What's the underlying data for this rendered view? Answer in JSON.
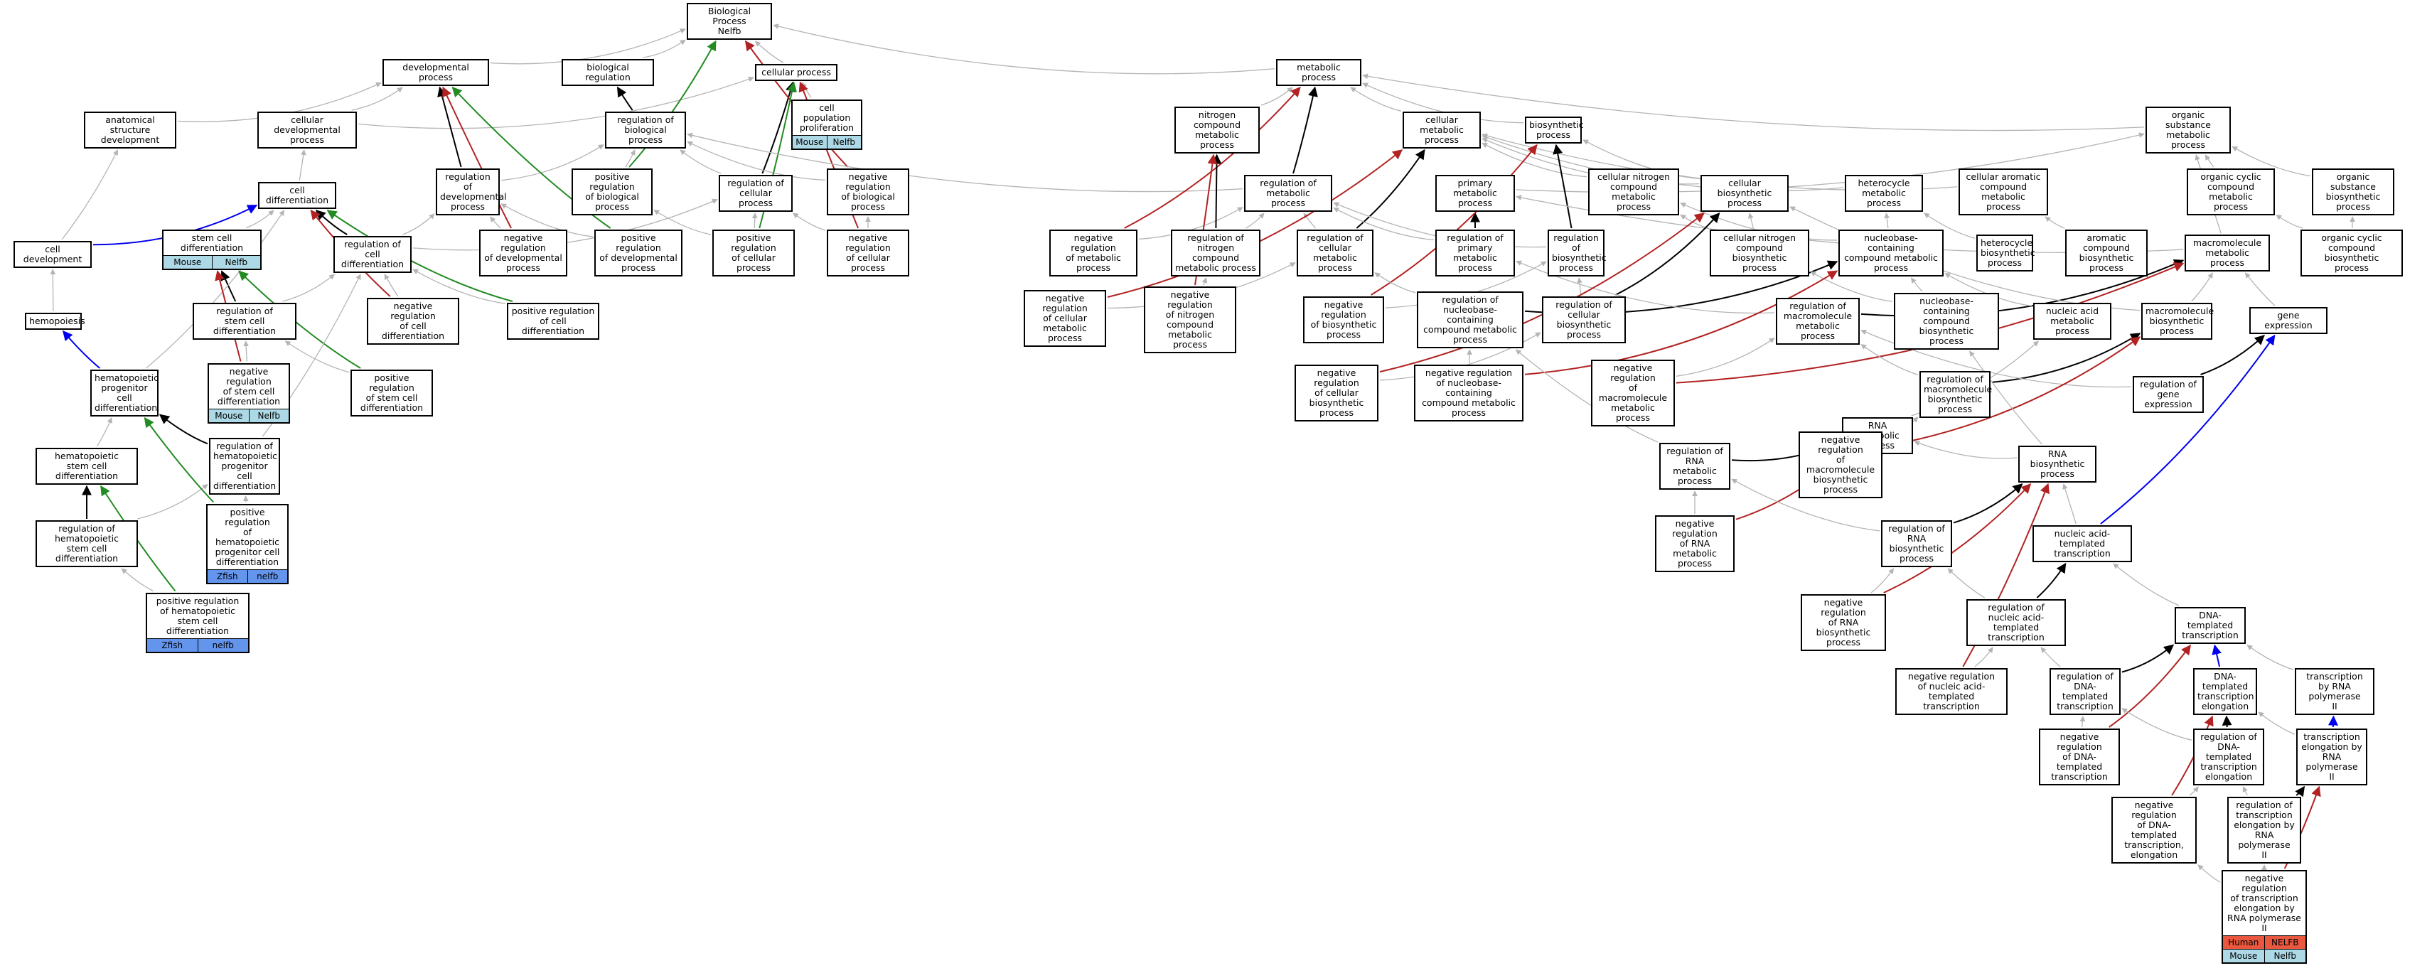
{
  "colors": {
    "edge_is_a": "#b4b4b4",
    "edge_part_of": "#000000",
    "edge_regulates": "#0000ee",
    "edge_pos_regulates": "#228b22",
    "edge_neg_regulates": "#b22222",
    "tag_mouse": "#add8e6",
    "tag_zebrafish": "#6495ed",
    "tag_human": "#e9573f"
  },
  "nodes": [
    {
      "id": "bp",
      "label": "Biological Process\nNelfb",
      "w": 120
    },
    {
      "id": "devproc",
      "label": "developmental\nprocess"
    },
    {
      "id": "bioreg",
      "label": "biological regulation"
    },
    {
      "id": "cellproc",
      "label": "cellular process"
    },
    {
      "id": "metproc",
      "label": "metabolic process"
    },
    {
      "id": "asd",
      "label": "anatomical structure\ndevelopment"
    },
    {
      "id": "celldevproc",
      "label": "cellular developmental\nprocess"
    },
    {
      "id": "regbio",
      "label": "regulation of\nbiological process"
    },
    {
      "id": "cellpop",
      "label": "cell population\nproliferation",
      "tags": [
        {
          "k": "mouse",
          "t": "Mouse"
        },
        {
          "k": "nelfb",
          "t": "Nelfb"
        }
      ]
    },
    {
      "id": "ncmp",
      "label": "nitrogen compound\nmetabolic process"
    },
    {
      "id": "cmp",
      "label": "cellular metabolic\nprocess"
    },
    {
      "id": "bsp",
      "label": "biosynthetic\nprocess"
    },
    {
      "id": "osmp",
      "label": "organic substance\nmetabolic process"
    },
    {
      "id": "celldiff",
      "label": "cell differentiation"
    },
    {
      "id": "regdev",
      "label": "regulation of\ndevelopmental\nprocess"
    },
    {
      "id": "posregbio",
      "label": "positive regulation\nof biological\nprocess"
    },
    {
      "id": "regcell",
      "label": "regulation of\ncellular process"
    },
    {
      "id": "negregbio",
      "label": "negative regulation\nof biological\nprocess"
    },
    {
      "id": "regmet",
      "label": "regulation of\nmetabolic process"
    },
    {
      "id": "primmet",
      "label": "primary metabolic\nprocess"
    },
    {
      "id": "cncmp",
      "label": "cellular nitrogen\ncompound metabolic\nprocess"
    },
    {
      "id": "cbsp",
      "label": "cellular biosynthetic\nprocess"
    },
    {
      "id": "hetmp",
      "label": "heterocycle\nmetabolic process"
    },
    {
      "id": "camp",
      "label": "cellular aromatic\ncompound metabolic\nprocess"
    },
    {
      "id": "occmp",
      "label": "organic cyclic\ncompound metabolic\nprocess"
    },
    {
      "id": "osbp",
      "label": "organic substance\nbiosynthetic\nprocess"
    },
    {
      "id": "celldev",
      "label": "cell development"
    },
    {
      "id": "scdiff",
      "label": "stem cell differentiation",
      "tags": [
        {
          "k": "mouse",
          "t": "Mouse"
        },
        {
          "k": "nelfb",
          "t": "Nelfb"
        }
      ]
    },
    {
      "id": "regcelldiff",
      "label": "regulation of\ncell differentiation"
    },
    {
      "id": "negregdev",
      "label": "negative regulation\nof developmental\nprocess"
    },
    {
      "id": "posregdev",
      "label": "positive regulation\nof developmental\nprocess"
    },
    {
      "id": "posregcell",
      "label": "positive regulation\nof cellular\nprocess"
    },
    {
      "id": "negregcell",
      "label": "negative regulation\nof cellular\nprocess"
    },
    {
      "id": "negregmet",
      "label": "negative regulation\nof metabolic\nprocess"
    },
    {
      "id": "regncmp",
      "label": "regulation of\nnitrogen compound\nmetabolic process"
    },
    {
      "id": "regcmp",
      "label": "regulation of\ncellular metabolic\nprocess"
    },
    {
      "id": "regprim",
      "label": "regulation of\nprimary metabolic\nprocess"
    },
    {
      "id": "regbsp",
      "label": "regulation of\nbiosynthetic\nprocess"
    },
    {
      "id": "cncbp",
      "label": "cellular nitrogen\ncompound biosynthetic\nprocess"
    },
    {
      "id": "nucmp",
      "label": "nucleobase-containing\ncompound metabolic\nprocess"
    },
    {
      "id": "hetbp",
      "label": "heterocycle\nbiosynthetic\nprocess"
    },
    {
      "id": "acbp",
      "label": "aromatic compound\nbiosynthetic\nprocess"
    },
    {
      "id": "macmp",
      "label": "macromolecule\nmetabolic process"
    },
    {
      "id": "occbp",
      "label": "organic cyclic\ncompound biosynthetic\nprocess"
    },
    {
      "id": "hemato",
      "label": "hemopoiesis"
    },
    {
      "id": "regscd",
      "label": "regulation of\nstem cell differentiation"
    },
    {
      "id": "negregcd",
      "label": "negative regulation\nof cell differentiation"
    },
    {
      "id": "posregcd",
      "label": "positive regulation\nof cell differentiation"
    },
    {
      "id": "negregcmp",
      "label": "negative regulation\nof cellular\nmetabolic process"
    },
    {
      "id": "negregncmp",
      "label": "negative regulation\nof nitrogen\ncompound metabolic\nprocess"
    },
    {
      "id": "negregbsp",
      "label": "negative regulation\nof biosynthetic\nprocess"
    },
    {
      "id": "regnucmp",
      "label": "regulation of\nnucleobase-containing\ncompound metabolic\nprocess"
    },
    {
      "id": "regcbsp",
      "label": "regulation of\ncellular biosynthetic\nprocess"
    },
    {
      "id": "regmacmp",
      "label": "regulation of\nmacromolecule\nmetabolic process"
    },
    {
      "id": "nucbp",
      "label": "nucleobase-containing\ncompound biosynthetic\nprocess"
    },
    {
      "id": "nucacidmp",
      "label": "nucleic acid\nmetabolic process"
    },
    {
      "id": "macbp",
      "label": "macromolecule\nbiosynthetic\nprocess"
    },
    {
      "id": "geneexp",
      "label": "gene expression"
    },
    {
      "id": "hpcd",
      "label": "hematopoietic\nprogenitor cell\ndifferentiation"
    },
    {
      "id": "negregscd",
      "label": "negative regulation\nof stem cell\ndifferentiation",
      "tags": [
        {
          "k": "mouse",
          "t": "Mouse"
        },
        {
          "k": "nelfb",
          "t": "Nelfb"
        }
      ]
    },
    {
      "id": "posregscd",
      "label": "positive regulation\nof stem cell\ndifferentiation"
    },
    {
      "id": "negregcbsp",
      "label": "negative regulation\nof cellular\nbiosynthetic\nprocess"
    },
    {
      "id": "negregnucmp",
      "label": "negative regulation\nof nucleobase-containing\ncompound metabolic\nprocess"
    },
    {
      "id": "negregmacmp",
      "label": "negative regulation\nof macromolecule\nmetabolic process"
    },
    {
      "id": "regmacbp",
      "label": "regulation of\nmacromolecule\nbiosynthetic\nprocess"
    },
    {
      "id": "reggeneexp",
      "label": "regulation of\ngene expression"
    },
    {
      "id": "hscd",
      "label": "hematopoietic\nstem cell differentiation"
    },
    {
      "id": "reghpcd",
      "label": "regulation of\nhematopoietic\nprogenitor cell\ndifferentiation"
    },
    {
      "id": "rnamp",
      "label": "RNA metabolic\nprocess"
    },
    {
      "id": "regrnamp",
      "label": "regulation of\nRNA metabolic\nprocess"
    },
    {
      "id": "negregmacbp",
      "label": "negative regulation\nof macromolecule\nbiosynthetic\nprocess"
    },
    {
      "id": "rnabp",
      "label": "RNA biosynthetic\nprocess"
    },
    {
      "id": "reghscd",
      "label": "regulation of\nhematopoietic\nstem cell differentiation"
    },
    {
      "id": "posreghpcd",
      "label": "positive regulation\nof hematopoietic\nprogenitor cell\ndifferentiation",
      "tags": [
        {
          "k": "zfish",
          "t": "Zfish"
        },
        {
          "k": "znelfb",
          "t": "nelfb"
        }
      ]
    },
    {
      "id": "negregrnamp",
      "label": "negative regulation\nof RNA metabolic\nprocess"
    },
    {
      "id": "regrnabp",
      "label": "regulation of\nRNA biosynthetic\nprocess"
    },
    {
      "id": "natt",
      "label": "nucleic acid-templated\ntranscription"
    },
    {
      "id": "posreghscd",
      "label": "positive regulation\nof hematopoietic\nstem cell differentiation",
      "tags": [
        {
          "k": "zfish",
          "t": "Zfish"
        },
        {
          "k": "znelfb",
          "t": "nelfb"
        }
      ]
    },
    {
      "id": "negregrnabp",
      "label": "negative regulation\nof RNA biosynthetic\nprocess"
    },
    {
      "id": "regnatt",
      "label": "regulation of\nnucleic acid-templated\ntranscription"
    },
    {
      "id": "dnatt",
      "label": "DNA-templated\ntranscription"
    },
    {
      "id": "negregnatt",
      "label": "negative regulation\nof nucleic acid-templated\ntranscription"
    },
    {
      "id": "regdnatt",
      "label": "regulation of\nDNA-templated\ntranscription"
    },
    {
      "id": "dnatte",
      "label": "DNA-templated\ntranscription\nelongation"
    },
    {
      "id": "trnap2",
      "label": "transcription\nby RNA polymerase\nII"
    },
    {
      "id": "negregdnatt",
      "label": "negative regulation\nof DNA-templated\ntranscription"
    },
    {
      "id": "regdnatte",
      "label": "regulation of\nDNA-templated\ntranscription\nelongation"
    },
    {
      "id": "tep2",
      "label": "transcription\nelongation by\nRNA polymerase\nII"
    },
    {
      "id": "negregdnatte",
      "label": "negative regulation\nof DNA-templated\ntranscription,\nelongation"
    },
    {
      "id": "regtep2",
      "label": "regulation of\ntranscription\nelongation by\nRNA polymerase\nII"
    },
    {
      "id": "negregtep2",
      "label": "negative regulation\nof transcription\nelongation by\nRNA polymerase\nII",
      "tags": [
        {
          "k": "human",
          "t": "Human"
        },
        {
          "k": "hnelfb",
          "t": "NELFB"
        },
        {
          "k": "mouse",
          "t": "Mouse"
        },
        {
          "k": "nelfb",
          "t": "Nelfb"
        }
      ]
    }
  ],
  "edges": [
    [
      "bp",
      "devproc",
      "g"
    ],
    [
      "bp",
      "bioreg",
      "g"
    ],
    [
      "bp",
      "cellproc",
      "g"
    ],
    [
      "bp",
      "metproc",
      "g"
    ],
    [
      "devproc",
      "asd",
      "g"
    ],
    [
      "devproc",
      "celldevproc",
      "g"
    ],
    [
      "cellproc",
      "celldevproc",
      "g"
    ],
    [
      "cellproc",
      "cellpop",
      "g"
    ],
    [
      "bioreg",
      "regbio",
      "k"
    ],
    [
      "cellproc",
      "regcell",
      "k"
    ],
    [
      "metproc",
      "ncmp",
      "g"
    ],
    [
      "metproc",
      "cmp",
      "g"
    ],
    [
      "metproc",
      "bsp",
      "g"
    ],
    [
      "metproc",
      "osmp",
      "g"
    ],
    [
      "metproc",
      "regmet",
      "k"
    ],
    [
      "celldevproc",
      "celldiff",
      "g"
    ],
    [
      "asd",
      "celldev",
      "g"
    ],
    [
      "celldiff",
      "celldev",
      "b"
    ],
    [
      "devproc",
      "regdev",
      "k"
    ],
    [
      "regbio",
      "regdev",
      "g"
    ],
    [
      "regbio",
      "posregbio",
      "g"
    ],
    [
      "regbio",
      "negregbio",
      "g"
    ],
    [
      "regbio",
      "regcell",
      "g"
    ],
    [
      "bp",
      "posregbio",
      "gr"
    ],
    [
      "bp",
      "negregbio",
      "r"
    ],
    [
      "cellproc",
      "posregcell",
      "gr"
    ],
    [
      "cellproc",
      "negregcell",
      "r"
    ],
    [
      "regbio",
      "regmet",
      "g"
    ],
    [
      "osmp",
      "primmet",
      "g"
    ],
    [
      "osmp",
      "occmp",
      "g"
    ],
    [
      "osmp",
      "osbp",
      "g"
    ],
    [
      "osmp",
      "macmp",
      "g"
    ],
    [
      "cmp",
      "cncmp",
      "g"
    ],
    [
      "cmp",
      "cbsp",
      "g"
    ],
    [
      "bsp",
      "cbsp",
      "g"
    ],
    [
      "cmp",
      "hetmp",
      "g"
    ],
    [
      "cmp",
      "camp",
      "g"
    ],
    [
      "celldiff",
      "scdiff",
      "g"
    ],
    [
      "celldiff",
      "regcelldiff",
      "k"
    ],
    [
      "regdev",
      "regcelldiff",
      "g"
    ],
    [
      "regcell",
      "regcelldiff",
      "g"
    ],
    [
      "devproc",
      "negregdev",
      "r"
    ],
    [
      "devproc",
      "posregdev",
      "gr"
    ],
    [
      "regdev",
      "negregdev",
      "g"
    ],
    [
      "regdev",
      "posregdev",
      "g"
    ],
    [
      "regcell",
      "posregcell",
      "g"
    ],
    [
      "regcell",
      "negregcell",
      "g"
    ],
    [
      "posregbio",
      "posregcell",
      "g"
    ],
    [
      "negregbio",
      "negregcell",
      "g"
    ],
    [
      "metproc",
      "negregmet",
      "r"
    ],
    [
      "regmet",
      "negregmet",
      "g"
    ],
    [
      "ncmp",
      "regncmp",
      "k"
    ],
    [
      "regmet",
      "regncmp",
      "g"
    ],
    [
      "cmp",
      "regcmp",
      "k"
    ],
    [
      "regmet",
      "regcmp",
      "g"
    ],
    [
      "primmet",
      "regprim",
      "k"
    ],
    [
      "regmet",
      "regprim",
      "g"
    ],
    [
      "bsp",
      "regbsp",
      "k"
    ],
    [
      "regmet",
      "regbsp",
      "g"
    ],
    [
      "cncmp",
      "cncbp",
      "g"
    ],
    [
      "cbsp",
      "cncbp",
      "g"
    ],
    [
      "hetmp",
      "nucmp",
      "g"
    ],
    [
      "cncmp",
      "nucmp",
      "g"
    ],
    [
      "hetmp",
      "hetbp",
      "g"
    ],
    [
      "camp",
      "acbp",
      "g"
    ],
    [
      "occmp",
      "occbp",
      "g"
    ],
    [
      "osbp",
      "occbp",
      "g"
    ],
    [
      "primmet",
      "macmp",
      "g"
    ],
    [
      "celldev",
      "hemato",
      "g"
    ],
    [
      "scdiff",
      "regscd",
      "k"
    ],
    [
      "regcelldiff",
      "regscd",
      "g"
    ],
    [
      "celldiff",
      "negregcd",
      "r"
    ],
    [
      "regcelldiff",
      "negregcd",
      "g"
    ],
    [
      "celldiff",
      "posregcd",
      "gr"
    ],
    [
      "regcelldiff",
      "posregcd",
      "g"
    ],
    [
      "cmp",
      "negregcmp",
      "r"
    ],
    [
      "regcmp",
      "negregcmp",
      "g"
    ],
    [
      "ncmp",
      "negregncmp",
      "r"
    ],
    [
      "regncmp",
      "negregncmp",
      "g"
    ],
    [
      "bsp",
      "negregbsp",
      "r"
    ],
    [
      "regbsp",
      "negregbsp",
      "g"
    ],
    [
      "nucmp",
      "regnucmp",
      "k"
    ],
    [
      "regcmp",
      "regnucmp",
      "g"
    ],
    [
      "cbsp",
      "regcbsp",
      "k"
    ],
    [
      "regbsp",
      "regcbsp",
      "g"
    ],
    [
      "macmp",
      "regmacmp",
      "k"
    ],
    [
      "regprim",
      "regmacmp",
      "g"
    ],
    [
      "nucmp",
      "nucbp",
      "g"
    ],
    [
      "cncbp",
      "nucbp",
      "g"
    ],
    [
      "nucmp",
      "nucacidmp",
      "g"
    ],
    [
      "macmp",
      "macbp",
      "g"
    ],
    [
      "cbsp",
      "macbp",
      "g"
    ],
    [
      "macmp",
      "geneexp",
      "g"
    ],
    [
      "hemato",
      "hpcd",
      "b"
    ],
    [
      "celldiff",
      "hpcd",
      "g"
    ],
    [
      "scdiff",
      "negregscd",
      "r"
    ],
    [
      "regscd",
      "negregscd",
      "g"
    ],
    [
      "scdiff",
      "posregscd",
      "gr"
    ],
    [
      "regscd",
      "posregscd",
      "g"
    ],
    [
      "cbsp",
      "negregcbsp",
      "r"
    ],
    [
      "regcbsp",
      "negregcbsp",
      "g"
    ],
    [
      "nucmp",
      "negregnucmp",
      "r"
    ],
    [
      "regnucmp",
      "negregnucmp",
      "g"
    ],
    [
      "macmp",
      "negregmacmp",
      "r"
    ],
    [
      "regmacmp",
      "negregmacmp",
      "g"
    ],
    [
      "macbp",
      "regmacbp",
      "k"
    ],
    [
      "regmacmp",
      "regmacbp",
      "g"
    ],
    [
      "geneexp",
      "reggeneexp",
      "k"
    ],
    [
      "regmacmp",
      "reggeneexp",
      "g"
    ],
    [
      "hpcd",
      "hscd",
      "g"
    ],
    [
      "hpcd",
      "reghpcd",
      "k"
    ],
    [
      "regcelldiff",
      "reghpcd",
      "g"
    ],
    [
      "nucacidmp",
      "rnamp",
      "g"
    ],
    [
      "rnamp",
      "regrnamp",
      "k"
    ],
    [
      "regnucmp",
      "regrnamp",
      "g"
    ],
    [
      "macbp",
      "negregmacbp",
      "r"
    ],
    [
      "regmacbp",
      "negregmacbp",
      "g"
    ],
    [
      "rnamp",
      "rnabp",
      "g"
    ],
    [
      "nucbp",
      "rnabp",
      "g"
    ],
    [
      "hscd",
      "reghscd",
      "k"
    ],
    [
      "reghpcd",
      "reghscd",
      "g"
    ],
    [
      "hpcd",
      "posreghpcd",
      "gr"
    ],
    [
      "reghpcd",
      "posreghpcd",
      "g"
    ],
    [
      "rnamp",
      "negregrnamp",
      "r"
    ],
    [
      "regrnamp",
      "negregrnamp",
      "g"
    ],
    [
      "rnabp",
      "regrnabp",
      "k"
    ],
    [
      "regrnamp",
      "regrnabp",
      "g"
    ],
    [
      "rnabp",
      "natt",
      "g"
    ],
    [
      "geneexp",
      "natt",
      "b"
    ],
    [
      "hscd",
      "posreghscd",
      "gr"
    ],
    [
      "reghscd",
      "posreghscd",
      "g"
    ],
    [
      "rnabp",
      "negregrnabp",
      "r"
    ],
    [
      "regrnabp",
      "negregrnabp",
      "g"
    ],
    [
      "natt",
      "regnatt",
      "k"
    ],
    [
      "regrnabp",
      "regnatt",
      "g"
    ],
    [
      "natt",
      "dnatt",
      "g"
    ],
    [
      "rnabp",
      "negregnatt",
      "r"
    ],
    [
      "regnatt",
      "negregnatt",
      "g"
    ],
    [
      "dnatt",
      "regdnatt",
      "k"
    ],
    [
      "regnatt",
      "regdnatt",
      "g"
    ],
    [
      "dnatt",
      "dnatte",
      "b"
    ],
    [
      "dnatt",
      "trnap2",
      "g"
    ],
    [
      "dnatt",
      "negregdnatt",
      "r"
    ],
    [
      "regdnatt",
      "negregdnatt",
      "g"
    ],
    [
      "dnatte",
      "regdnatte",
      "k"
    ],
    [
      "regdnatt",
      "regdnatte",
      "g"
    ],
    [
      "dnatte",
      "tep2",
      "g"
    ],
    [
      "trnap2",
      "tep2",
      "b"
    ],
    [
      "dnatte",
      "negregdnatte",
      "r"
    ],
    [
      "regdnatte",
      "negregdnatte",
      "g"
    ],
    [
      "tep2",
      "regtep2",
      "k"
    ],
    [
      "regdnatte",
      "regtep2",
      "g"
    ],
    [
      "tep2",
      "negregtep2",
      "r"
    ],
    [
      "regtep2",
      "negregtep2",
      "g"
    ],
    [
      "negregdnatte",
      "negregtep2",
      "g"
    ]
  ]
}
